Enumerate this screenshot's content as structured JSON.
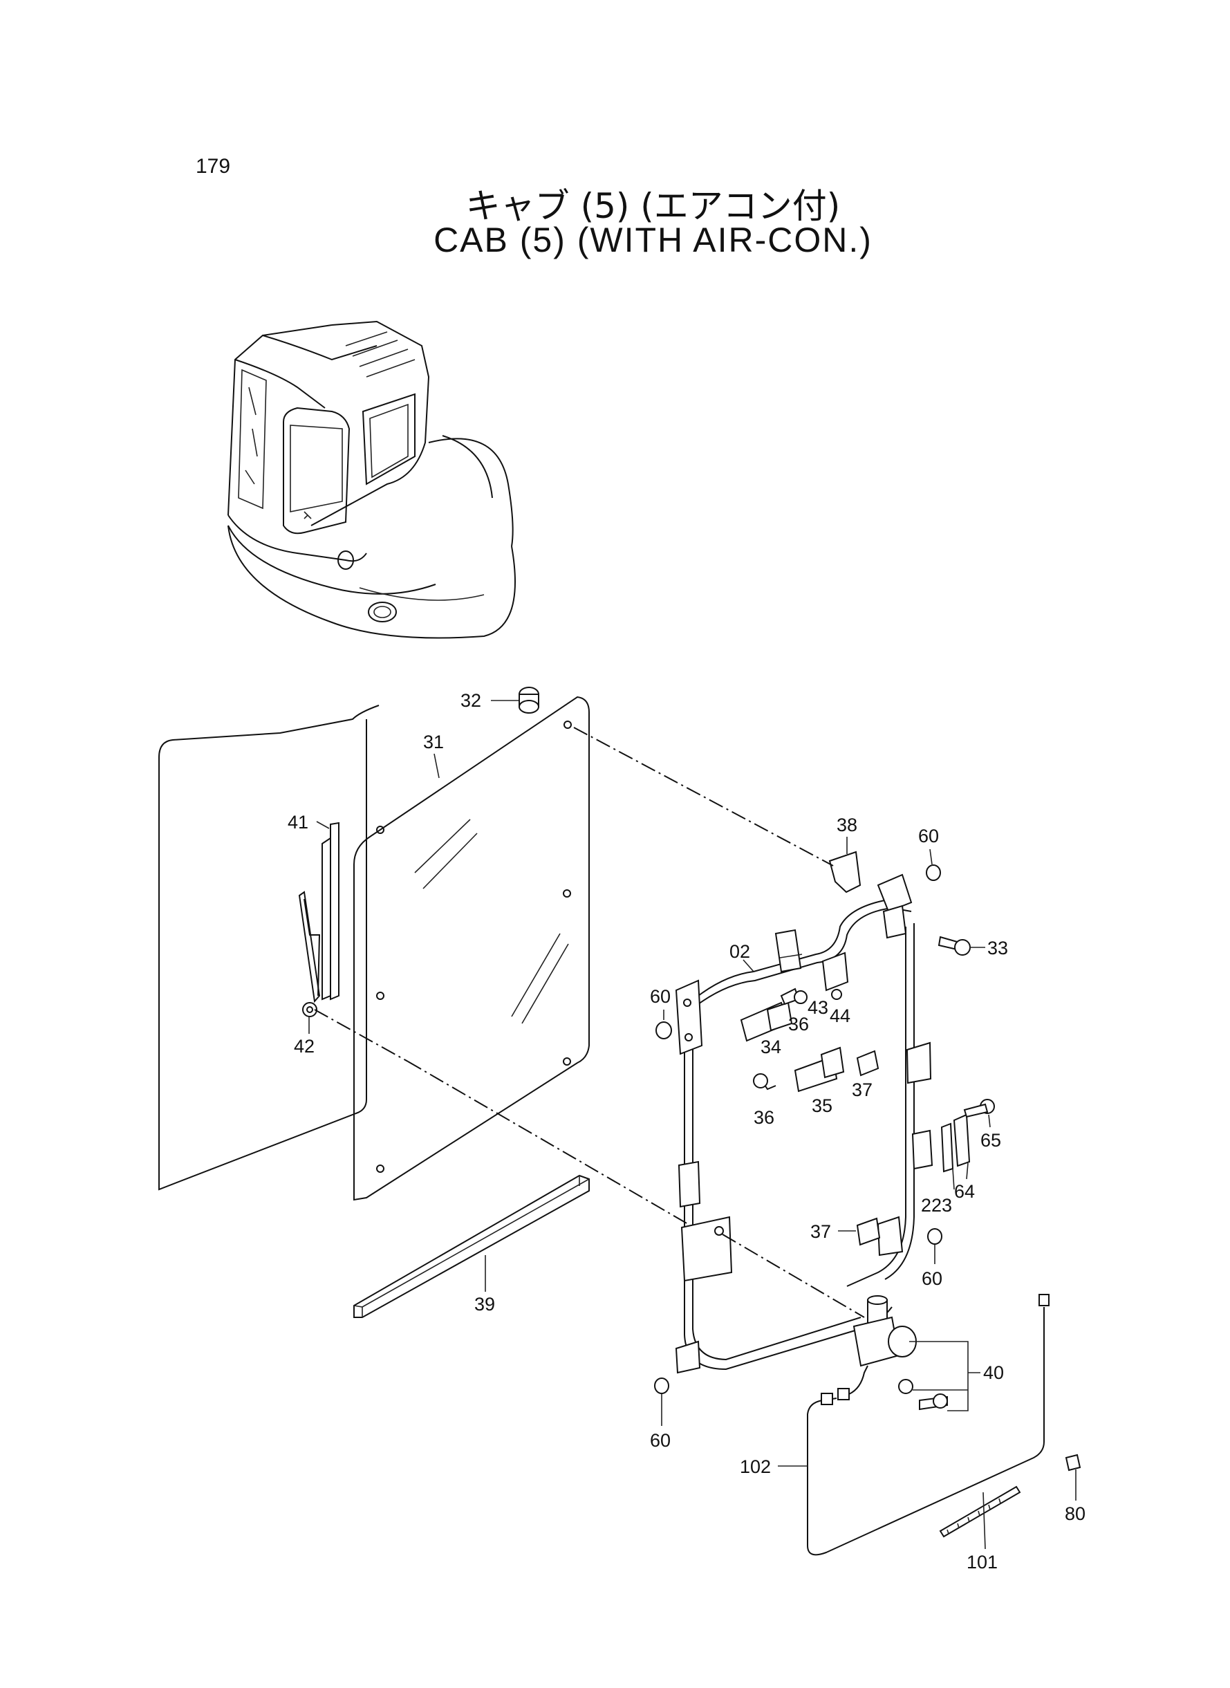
{
  "page": {
    "number": "179"
  },
  "title": {
    "jp": "キャブ (5) (エアコン付)",
    "en": "CAB (5) (WITH AIR-CON.)"
  },
  "parts": {
    "p32": "32",
    "p31": "31",
    "p41": "41",
    "p42": "42",
    "p39": "39",
    "p38": "38",
    "p60a": "60",
    "p33": "33",
    "p02": "02",
    "p60b": "60",
    "p36a": "36",
    "p43": "43",
    "p44": "44",
    "p34": "34",
    "p37a": "37",
    "p36b": "36",
    "p35": "35",
    "p65": "65",
    "p64": "64",
    "p223": "223",
    "p37b": "37",
    "p60c": "60",
    "p40": "40",
    "p60d": "60",
    "p102": "102",
    "p80": "80",
    "p101": "101"
  }
}
